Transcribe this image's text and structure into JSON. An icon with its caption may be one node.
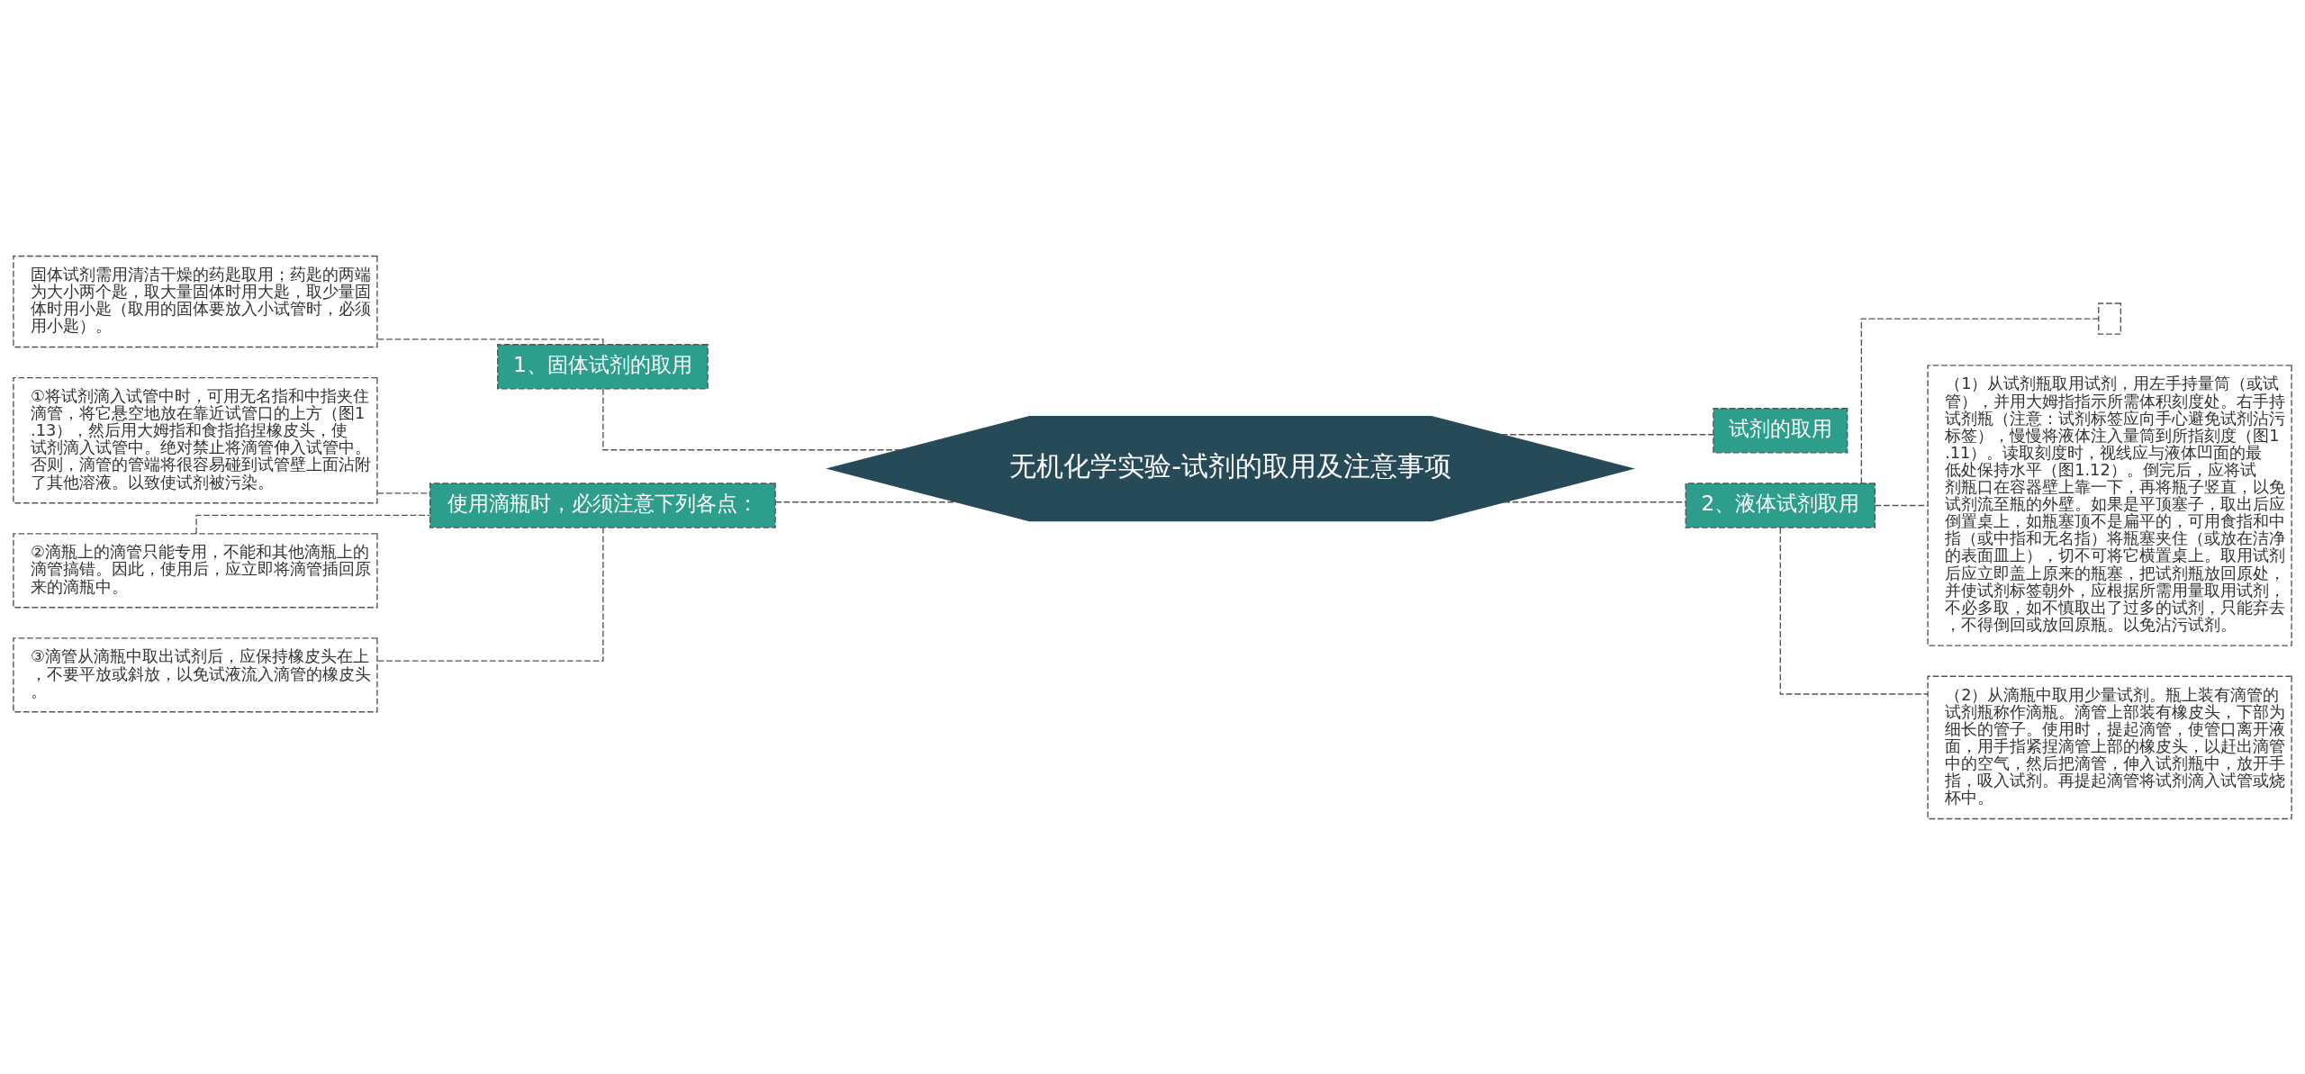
{
  "diagram": {
    "nodes": [
      {
        "text": [
          "无机化学实验-试剂的取用及注意事项"
        ]
      },
      {
        "text": [
          "1、固体试剂的取用"
        ]
      },
      {
        "text": [
          "固体试剂需用清洁干燥的药匙取用；药匙的两端为大小两个匙，取大量固体时用大匙，取少量固体时用小匙（取用的固体要放入小试管时，必须用小匙）。"
        ]
      },
      {
        "text": [
          "使用滴瓶时，必须注意下列各点："
        ]
      },
      {
        "text": [
          "①将试剂滴入试管中时，可用无名指和中指夹住滴管，将它悬空地放在靠近试管口的上方（图1.13），然后用大姆指和食指掐捏橡皮头，使试剂滴入试管中。绝对禁止将滴管伸入试管中。否则，滴管的管端将很容易碰到试管壁上面沾附了其他溶液。以致使试剂被污染。"
        ]
      },
      {
        "text": [
          "②滴瓶上的滴管只能专用，不能和其他滴瓶上的滴管搞错。因此，使用后，应立即将滴管插回原来的滴瓶中。"
        ]
      },
      {
        "text": [
          "③滴管从滴瓶中取出试剂后，应保持橡皮头在上，不要平放或斜放，以免试液流入滴管的橡皮头。"
        ]
      },
      {
        "text": [
          "试剂的取用"
        ]
      },
      {
        "text": [
          "2、液体试剂取用"
        ]
      },
      {
        "text": [],
        "shape": "box"
      },
      {
        "text": [
          "（1）从试剂瓶取用试剂，用左手持量筒（或试管），并用大姆指指示所需体积刻度处。右手持试剂瓶（注意：试剂标签应向手心避免试剂沾污标签），慢慢将液体注入量筒到所指刻度（图1.11）。读取刻度时，视线应与液体凹面的最低处保持水平（图1.12）。倒完后，应将试剂瓶口在容器壁上靠一下，再将瓶子竖直，以免试剂流至瓶的外壁。如果是平顶塞子，取出后应倒置桌上，如瓶塞顶不是扁平的，可用食指和中指（或中指和无名指）将瓶塞夹住（或放在洁净的表面皿上），切不可将它横置桌上。取用试剂后应立即盖上原来的瓶塞，把试剂瓶放回原处，并使试剂标签朝外，应根据所需用量取用试剂，不必多取，如不慎取出了过多的试剂，只能弃去，不得倒回或放回原瓶。以免沾污试剂。"
        ]
      },
      {
        "text": [
          "（2）从滴瓶中取用少量试剂。瓶上装有滴管的试剂瓶称作滴瓶。滴管上部装有橡皮头，下部为细长的管子。使用时，提起滴管，使管口离开液面，用手指紧捏滴管上部的橡皮头，以赶出滴管中的空气，然后把滴管，伸入试剂瓶中，放开手指，吸入试剂。再提起滴管将试剂滴入试管或烧杯中。"
        ]
      }
    ],
    "edges": [
      {
        "from": 0,
        "to": 1,
        "arrow": "none",
        "style": "dashed"
      },
      {
        "from": 1,
        "to": 2,
        "arrow": "none",
        "style": "dashed"
      },
      {
        "from": 0,
        "to": 3,
        "arrow": "none",
        "style": "dashed"
      },
      {
        "from": 3,
        "to": 4,
        "arrow": "none",
        "style": "dashed"
      },
      {
        "from": 3,
        "to": 5,
        "arrow": "none",
        "style": "dashed"
      },
      {
        "from": 3,
        "to": 6,
        "arrow": "none",
        "style": "dashed"
      },
      {
        "from": 0,
        "to": 7,
        "arrow": "none",
        "style": "dashed"
      },
      {
        "from": 0,
        "to": 8,
        "arrow": "none",
        "style": "dashed"
      },
      {
        "from": 8,
        "to": 9,
        "arrow": "none",
        "style": "dashed"
      },
      {
        "from": 8,
        "to": 10,
        "arrow": "none",
        "style": "dashed"
      },
      {
        "from": 8,
        "to": 11,
        "arrow": "none",
        "style": "dashed"
      }
    ]
  }
}
